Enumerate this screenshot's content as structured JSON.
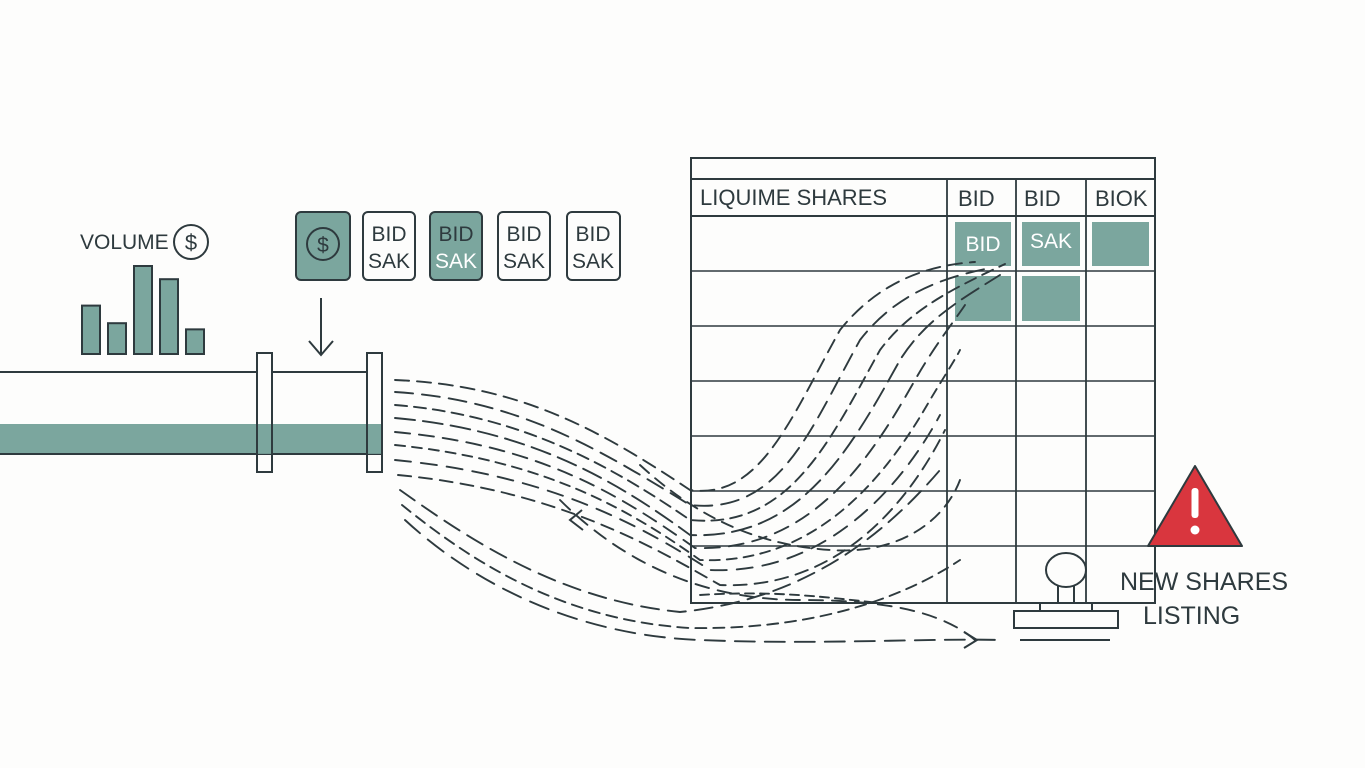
{
  "volume_label": "VOLUME",
  "dollar_icon": "dollar-icon",
  "volume_bars": [
    0.55,
    0.35,
    1.0,
    0.85,
    0.28
  ],
  "order_tokens": [
    {
      "type": "dollar",
      "highlighted": true
    },
    {
      "line1": "BID",
      "line2": "SAK",
      "highlighted": false
    },
    {
      "line1": "BID",
      "line2": "SAK",
      "highlighted": true
    },
    {
      "line1": "BID",
      "line2": "SAK",
      "highlighted": false
    },
    {
      "line1": "BID",
      "line2": "SAK",
      "highlighted": false
    }
  ],
  "table": {
    "header": [
      "LIQUIME SHARES",
      "BID",
      "BID",
      "BIOK"
    ],
    "cell_bid": "BID",
    "cell_sak": "SAK"
  },
  "warning_icon": "warning-triangle-icon",
  "stamp_icon": "stamp-icon",
  "listing_label": {
    "line1": "NEW SHARES",
    "line2": "LISTING"
  },
  "colors": {
    "accent": "#7ba69e",
    "ink": "#2e3a3e",
    "alert": "#d9363e",
    "background": "#fdfdfc"
  }
}
